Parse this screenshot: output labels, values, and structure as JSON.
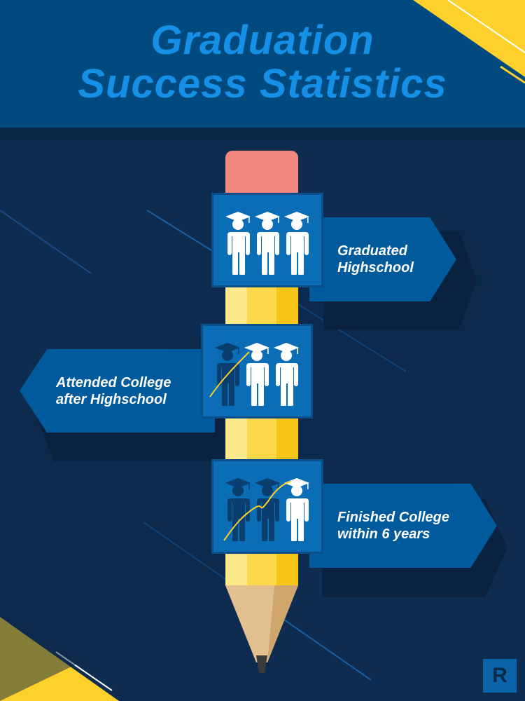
{
  "title": {
    "line1": "Graduation",
    "line2": "Success Statistics"
  },
  "stats": [
    {
      "label_line1": "Graduated",
      "label_line2": "Highschool",
      "graduates_of_3": 3
    },
    {
      "label_line1": "Attended College",
      "label_line2": "after Highschool",
      "graduates_of_3": 2
    },
    {
      "label_line1": "Finished College",
      "label_line2": "within 6 years",
      "graduates_of_3": 1
    }
  ],
  "logo": {
    "letter": "R"
  },
  "colors": {
    "header": "#004a80",
    "title": "#1590e6",
    "yellow": "#fdd84b",
    "box": "#0b6db5",
    "banner": "#005a9c"
  }
}
